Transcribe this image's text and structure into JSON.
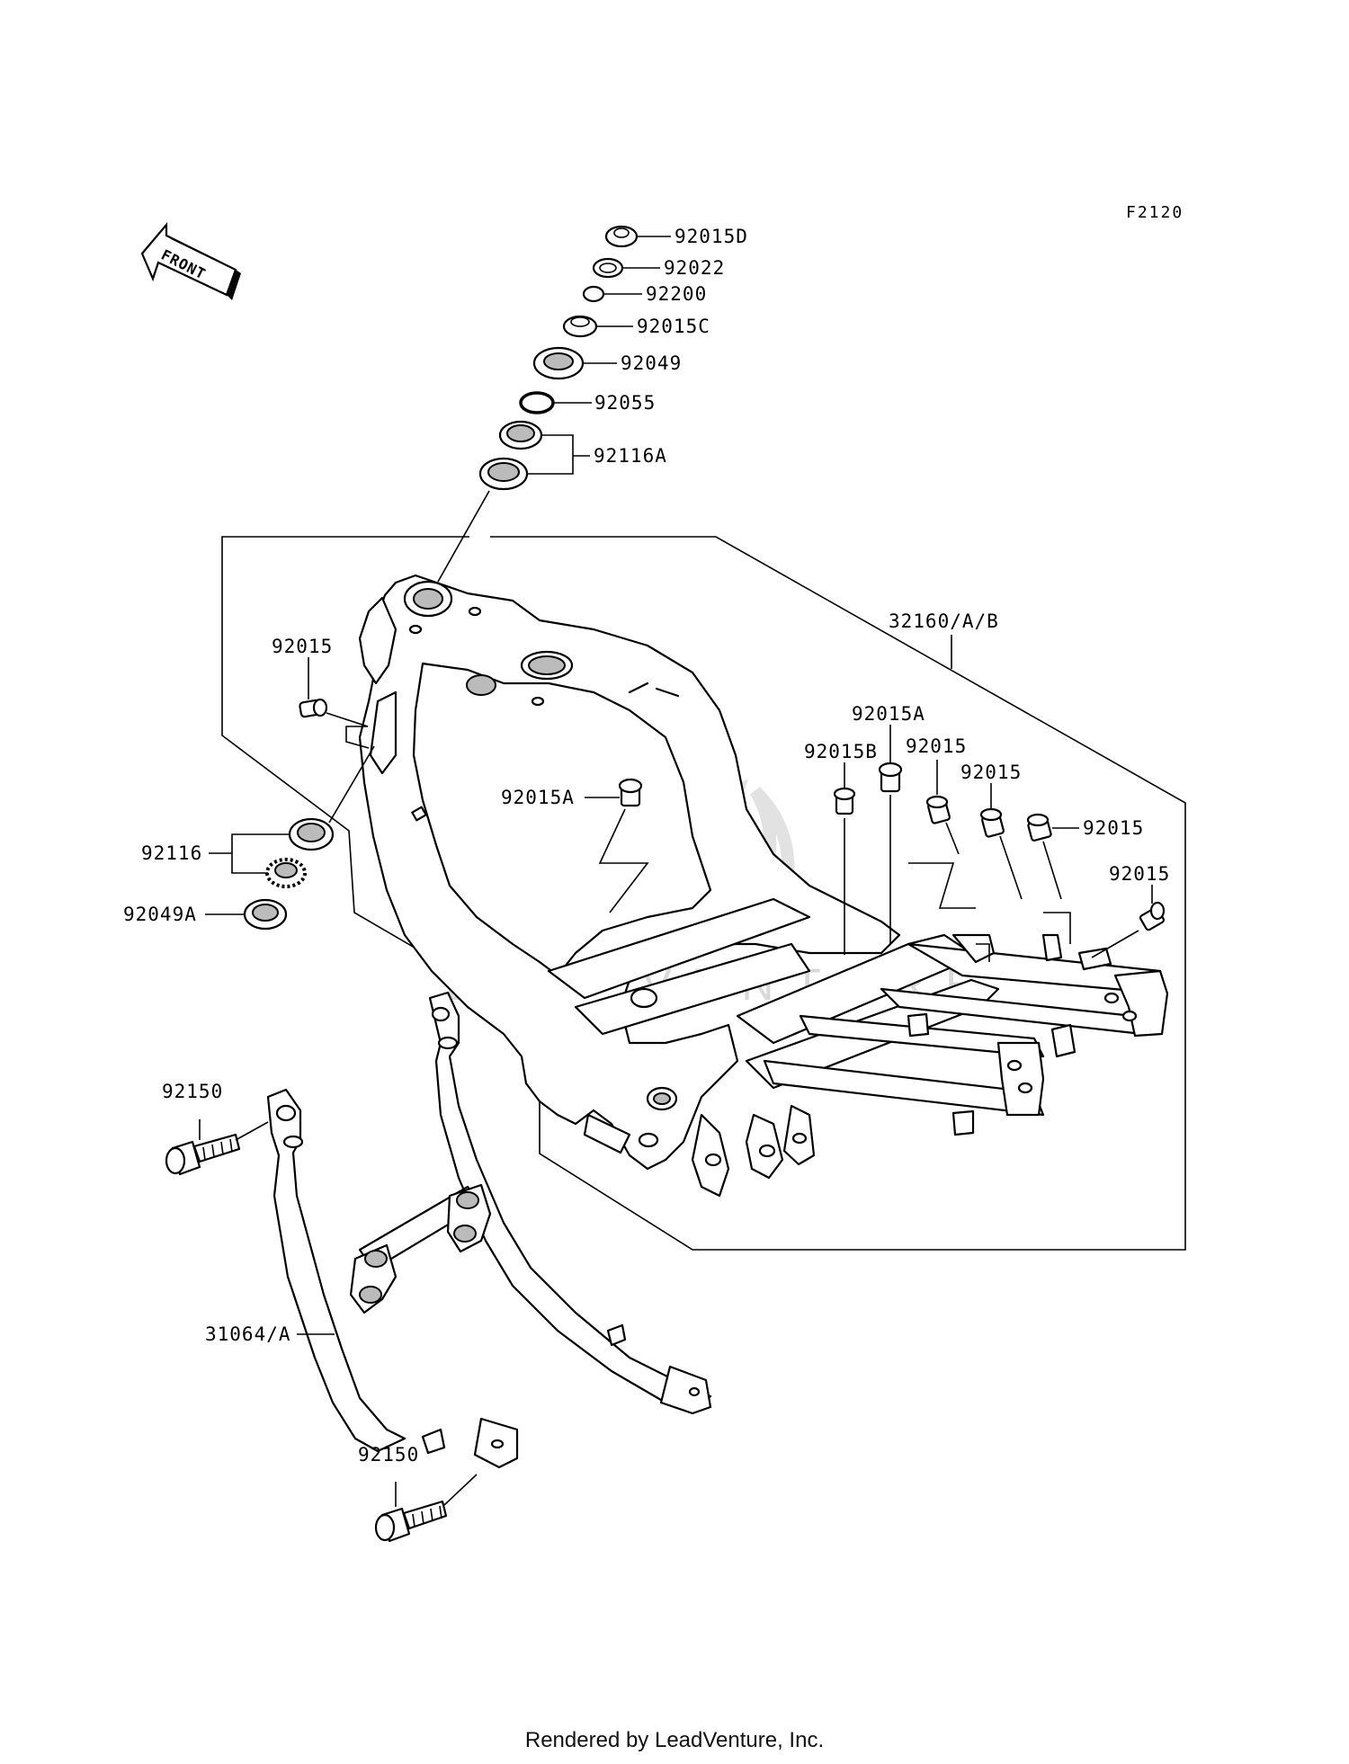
{
  "diagram_code": "F2120",
  "front_arrow_label": "FRONT",
  "watermark": "LEADVENTURE",
  "footer": "Rendered by LeadVenture, Inc.",
  "callouts": {
    "p92015D": "92015D",
    "p92022": "92022",
    "p92200": "92200",
    "p92015C": "92015C",
    "p92049": "92049",
    "p92055": "92055",
    "p92116A": "92116A",
    "p32160": "32160/A/B",
    "p92015_left": "92015",
    "p92015A_center": "92015A",
    "p92015A_top": "92015A",
    "p92015B": "92015B",
    "p92015_mid1": "92015",
    "p92015_mid2": "92015",
    "p92015_mid3": "92015",
    "p92015_right": "92015",
    "p92116": "92116",
    "p92049A": "92049A",
    "p92150_top": "92150",
    "p92150_bottom": "92150",
    "p31064": "31064/A"
  }
}
